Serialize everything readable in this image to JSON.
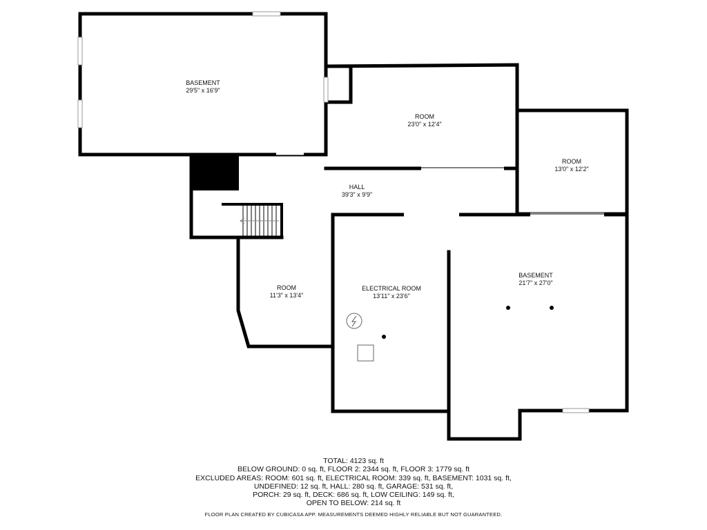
{
  "rooms": [
    {
      "id": "basement-top",
      "name": "BASEMENT",
      "dims": "29'5\" x 16'9\""
    },
    {
      "id": "room-upper-middle",
      "name": "ROOM",
      "dims": "23'0\" x 12'4\""
    },
    {
      "id": "room-right",
      "name": "ROOM",
      "dims": "13'0\" x 12'2\""
    },
    {
      "id": "hall",
      "name": "HALL",
      "dims": "39'3\" x 9'9\""
    },
    {
      "id": "room-lower-left",
      "name": "ROOM",
      "dims": "11'3\" x 13'4\""
    },
    {
      "id": "electrical-room",
      "name": "ELECTRICAL ROOM",
      "dims": "13'11\" x 23'6\""
    },
    {
      "id": "basement-bottom",
      "name": "BASEMENT",
      "dims": "21'7\" x 27'0\""
    }
  ],
  "summary": {
    "line1": "TOTAL: 4123 sq. ft",
    "line2": "BELOW GROUND: 0 sq. ft, FLOOR 2: 2344 sq. ft, FLOOR 3: 1779 sq. ft",
    "line3": "EXCLUDED AREAS: ROOM: 601 sq. ft, ELECTRICAL ROOM: 339 sq. ft, BASEMENT: 1031 sq. ft,",
    "line4": "UNDEFINED: 12 sq. ft, HALL: 280 sq. ft, GARAGE: 531 sq. ft,",
    "line5": "PORCH: 29 sq. ft, DECK: 686 sq. ft, LOW CEILING: 149 sq. ft,",
    "line6": "OPEN TO BELOW: 214 sq. ft"
  },
  "credit": "FLOOR PLAN CREATED BY CUBICASA APP. MEASUREMENTS DEEMED HIGHLY RELIABLE BUT NOT GUARANTEED.",
  "colors": {
    "wall": "#000000",
    "background": "#ffffff",
    "window": "#9a9a9a"
  }
}
